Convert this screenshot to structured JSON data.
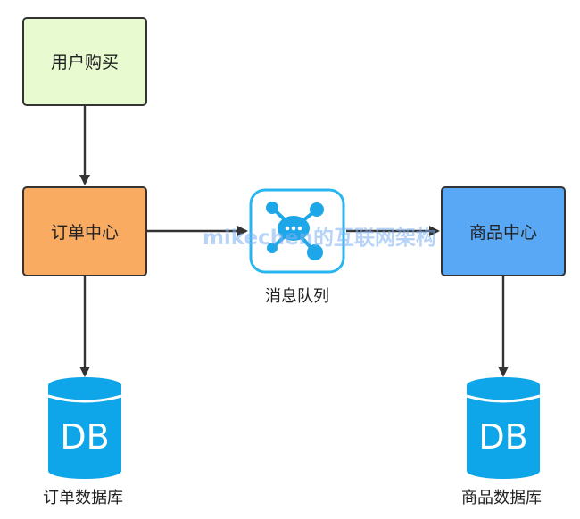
{
  "nodes": {
    "user_purchase": {
      "label": "用户购买"
    },
    "order_center": {
      "label": "订单中心"
    },
    "product_center": {
      "label": "商品中心"
    },
    "message_queue": {
      "label": "消息队列"
    },
    "order_db": {
      "icon_text": "DB",
      "label": "订单数据库"
    },
    "product_db": {
      "icon_text": "DB",
      "label": "商品数据库"
    }
  },
  "watermark": {
    "text": "mikechen的互联网架构"
  },
  "colors": {
    "user_fill": "#e8fbd0",
    "order_fill": "#f9ab62",
    "product_fill": "#58a8f6",
    "db_fill": "#0ea5e9",
    "mq_stroke": "#29b6f0",
    "mq_icon": "#1ea7e8",
    "watermark": "#7eb2f3"
  },
  "connections": [
    {
      "from": "user_purchase",
      "to": "order_center"
    },
    {
      "from": "order_center",
      "to": "message_queue"
    },
    {
      "from": "message_queue",
      "to": "product_center"
    },
    {
      "from": "order_center",
      "to": "order_db"
    },
    {
      "from": "product_center",
      "to": "product_db"
    }
  ]
}
